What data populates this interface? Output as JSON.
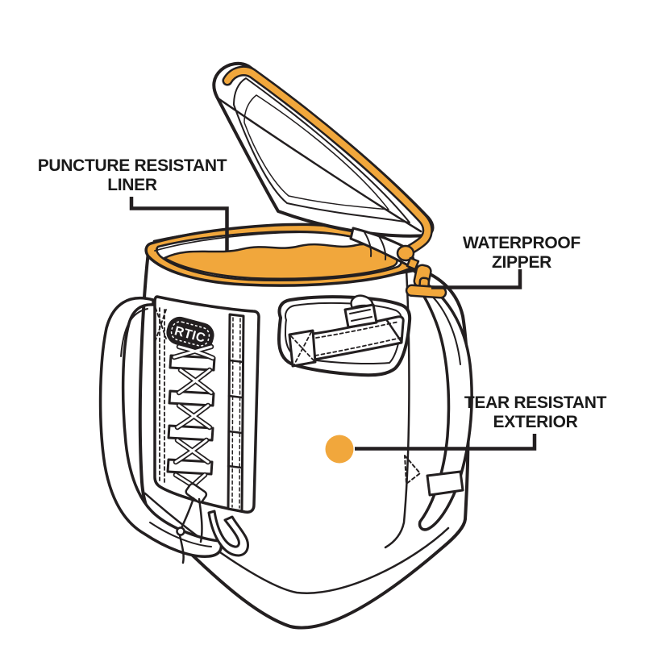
{
  "page": {
    "background": "#FFFFFF"
  },
  "colors": {
    "accent": "#F1A73C",
    "ink": "#231F20",
    "label_text": "#1A1A1A"
  },
  "product": {
    "brand": "RTIC"
  },
  "callouts": {
    "liner": {
      "line1": "PUNCTURE RESISTANT",
      "line2": "LINER"
    },
    "zipper": {
      "line1": "WATERPROOF",
      "line2": "ZIPPER"
    },
    "exterior": {
      "line1": "TEAR RESISTANT",
      "line2": "EXTERIOR"
    }
  }
}
